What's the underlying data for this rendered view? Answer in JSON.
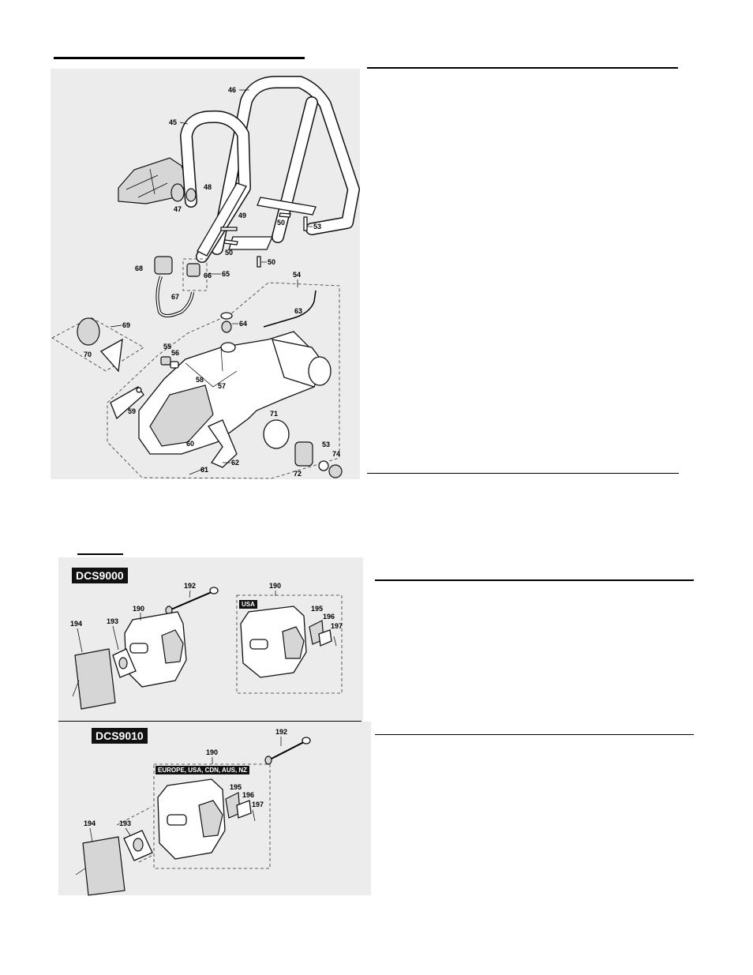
{
  "handle_assembly": {
    "callouts": [
      "46",
      "45",
      "48",
      "47",
      "49",
      "50",
      "53",
      "50",
      "50",
      "68",
      "66",
      "65",
      "67",
      "54",
      "63",
      "64",
      "69",
      "55",
      "56",
      "70",
      "58",
      "57",
      "71",
      "59",
      "60",
      "53",
      "74",
      "61",
      "62",
      "72"
    ]
  },
  "muffler_dcs9000": {
    "model": "DCS9000",
    "region_label": "USA",
    "callouts": [
      "192",
      "190",
      "194",
      "193",
      "190",
      "195",
      "196",
      "197"
    ]
  },
  "muffler_dcs9010": {
    "model": "DCS9010",
    "region_label": "EUROPE, USA, CDN, AUS, NZ",
    "callouts": [
      "192",
      "190",
      "194",
      "193",
      "195",
      "196",
      "197"
    ]
  }
}
